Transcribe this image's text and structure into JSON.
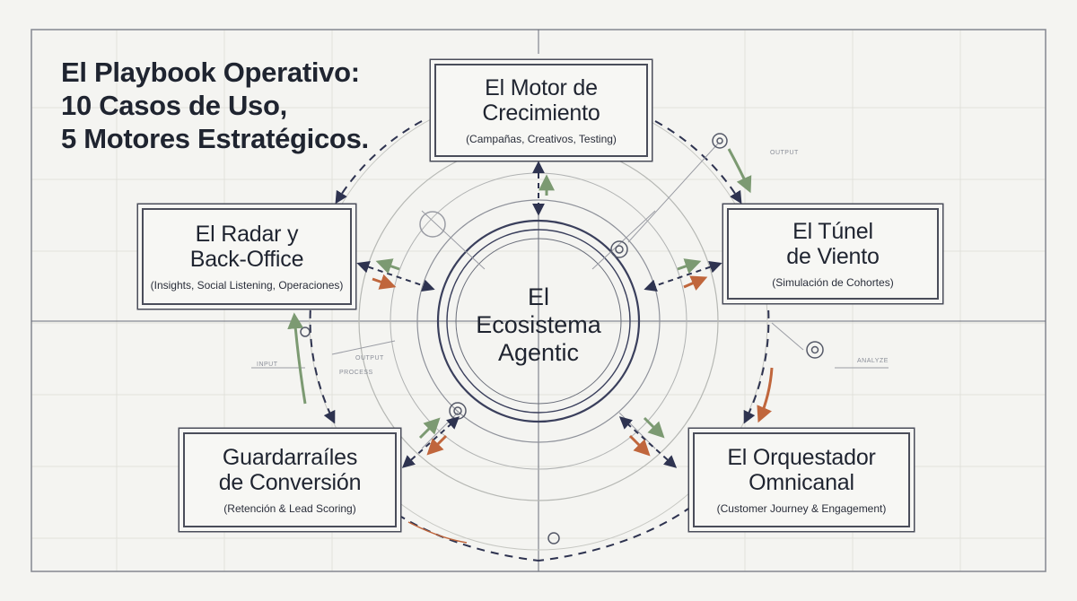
{
  "title": {
    "line1": "El Playbook Operativo:",
    "line2": "10 Casos de Uso,",
    "line3": "5 Motores Estratégicos."
  },
  "center": {
    "line1": "El",
    "line2": "Ecosistema",
    "line3": "Agentic"
  },
  "nodes": {
    "motor": {
      "title1": "El Motor de",
      "title2": "Crecimiento",
      "subtitle": "(Campañas, Creativos, Testing)"
    },
    "radar": {
      "title1": "El Radar y",
      "title2": "Back-Office",
      "subtitle": "(Insights, Social Listening, Operaciones)"
    },
    "tunel": {
      "title1": "El Túnel",
      "title2": "de Viento",
      "subtitle": "(Simulación de Cohortes)"
    },
    "guard": {
      "title1": "Guardarraíles",
      "title2": "de Conversión",
      "subtitle": "(Retención & Lead Scoring)"
    },
    "orq": {
      "title1": "El Orquestador",
      "title2": "Omnicanal",
      "subtitle": "(Customer Journey & Engagement)"
    }
  },
  "annotations": {
    "output_top": "OUTPUT",
    "input_left": "INPUT",
    "output_left": "OUTPUT",
    "process_left": "PROCESS",
    "analyze_right": "ANALYZE"
  },
  "colors": {
    "ink": "#1f2430",
    "navy": "#3a3f5c",
    "green": "#7c9a72",
    "orange": "#c0663c",
    "grid": "#dcdcd6",
    "paper": "#f4f4f1"
  }
}
